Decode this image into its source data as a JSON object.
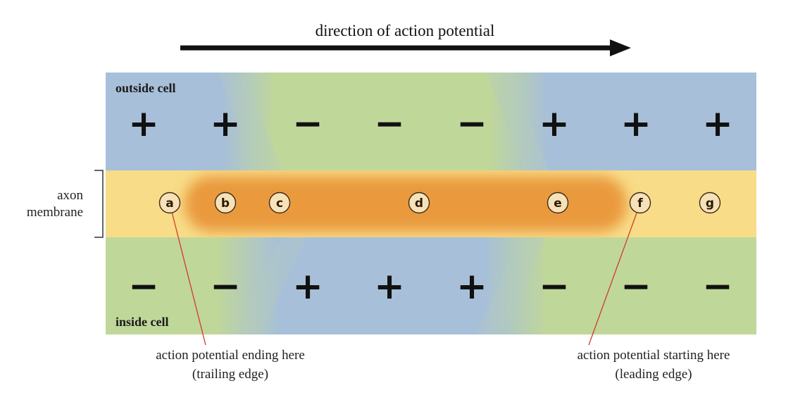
{
  "title": "direction of action potential",
  "regions": {
    "outside_label": "outside cell",
    "inside_label": "inside cell"
  },
  "membrane_label": [
    "axon",
    "membrane"
  ],
  "outside_charges": [
    "+",
    "+",
    "−",
    "−",
    "−",
    "+",
    "+",
    "+"
  ],
  "inside_charges": [
    "−",
    "−",
    "+",
    "+",
    "+",
    "−",
    "−",
    "−"
  ],
  "points": [
    "a",
    "b",
    "c",
    "d",
    "e",
    "f",
    "g"
  ],
  "captions": {
    "trailing": [
      "action potential ending here",
      "(trailing edge)"
    ],
    "leading": [
      "action potential starting here",
      "(leading edge)"
    ]
  },
  "colors": {
    "blue": "#a7bfd9",
    "green": "#c0d79a",
    "membrane_yellow": "#f8dc88",
    "membrane_orange": "#ea9a3c",
    "marker_fill": "#f7e2b8",
    "pointer_line": "#d23a2a",
    "arrow": "#111111"
  }
}
